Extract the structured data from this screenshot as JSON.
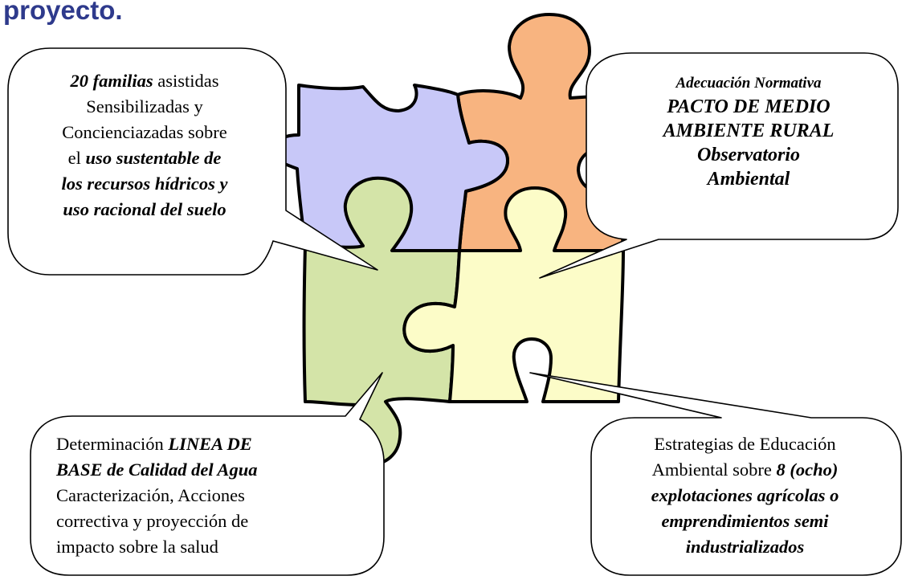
{
  "heading": "proyecto.",
  "colors": {
    "heading": "#2e3a8c",
    "piece_purple": "#c8c8f8",
    "piece_orange": "#f8b480",
    "piece_green": "#d4e4a8",
    "piece_yellow": "#fcfcc8",
    "outline": "#000000"
  },
  "callouts": {
    "top_left": {
      "bold1": "20 familias",
      "plain1": " asistidas",
      "line2": "Sensibilizadas y",
      "line3": "Concienciazadas sobre",
      "line4_plain": "el ",
      "line4_bold": "uso sustentable de",
      "line5": "los recursos hídricos y",
      "line6": "uso racional del suelo"
    },
    "top_right": {
      "line1": "Adecuación Normativa",
      "line2": "PACTO DE MEDIO",
      "line3": "AMBIENTE RURAL",
      "line4": "Observatorio",
      "line5": "Ambiental"
    },
    "bottom_left": {
      "line1_plain": "Determinación ",
      "line1_bold": "LINEA DE",
      "line2": "BASE de Calidad del Agua",
      "line3": "Caracterización, Acciones",
      "line4": "correctiva y proyección de",
      "line5": "impacto sobre la salud"
    },
    "bottom_right": {
      "line1": "Estrategias de Educación",
      "line2_plain": "Ambiental sobre ",
      "line2_bold": "8 (ocho)",
      "line3": "explotaciones agrícolas o",
      "line4": "emprendimientos semi",
      "line5": "industrializados"
    }
  }
}
